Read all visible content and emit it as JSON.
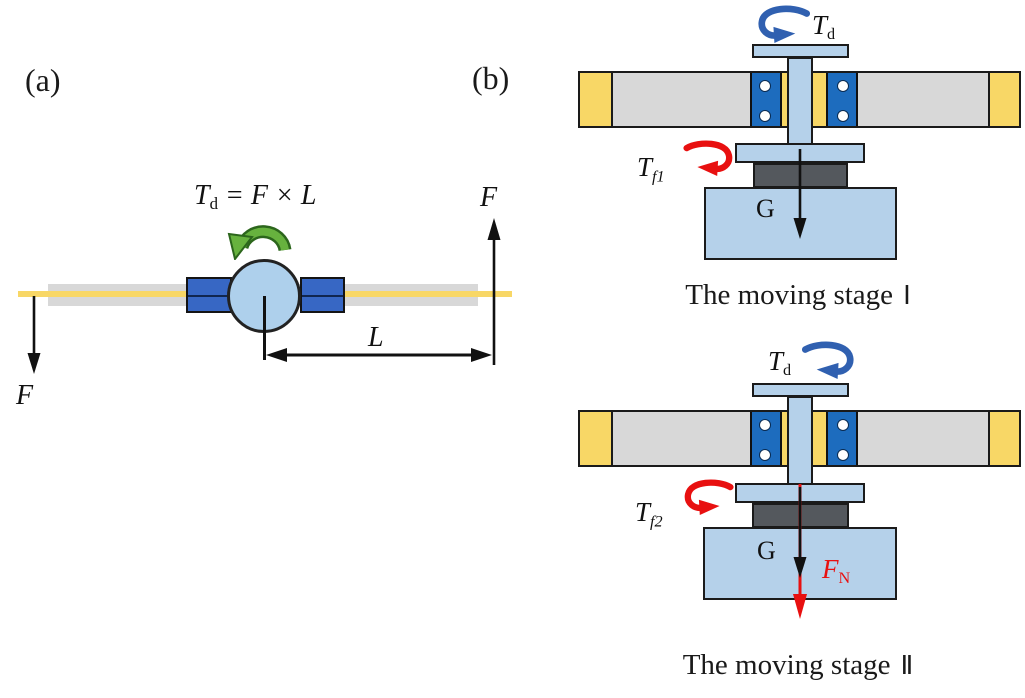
{
  "figure": {
    "panel_a": {
      "label": "(a)",
      "formula": {
        "T": "T",
        "T_sub": "d",
        "rhs": "= F × L"
      },
      "force_left": "F",
      "force_right": "F",
      "length_label": "L"
    },
    "panel_b": {
      "label": "(b)",
      "stages": [
        {
          "torque": "T",
          "torque_sub": "d",
          "friction": "T",
          "friction_sub": "f1",
          "gravity": "G",
          "caption_text": "The moving stage",
          "caption_numeral": "Ⅰ"
        },
        {
          "torque": "T",
          "torque_sub": "d",
          "friction": "T",
          "friction_sub": "f2",
          "gravity": "G",
          "normal": "F",
          "normal_sub": "N",
          "caption_text": "The moving stage",
          "caption_numeral": "Ⅱ"
        }
      ]
    },
    "colors": {
      "light_blue": "#b5d1ea",
      "clamp_blue_b": "#1d6cbe",
      "clamp_blue_a": "#3767c4",
      "yellow": "#f8d766",
      "beam_gray": "#d8d8d8",
      "dark_gray": "#54585d",
      "red": "#e81010",
      "torque_blue": "#3060b0",
      "green": "#67b23e"
    }
  }
}
